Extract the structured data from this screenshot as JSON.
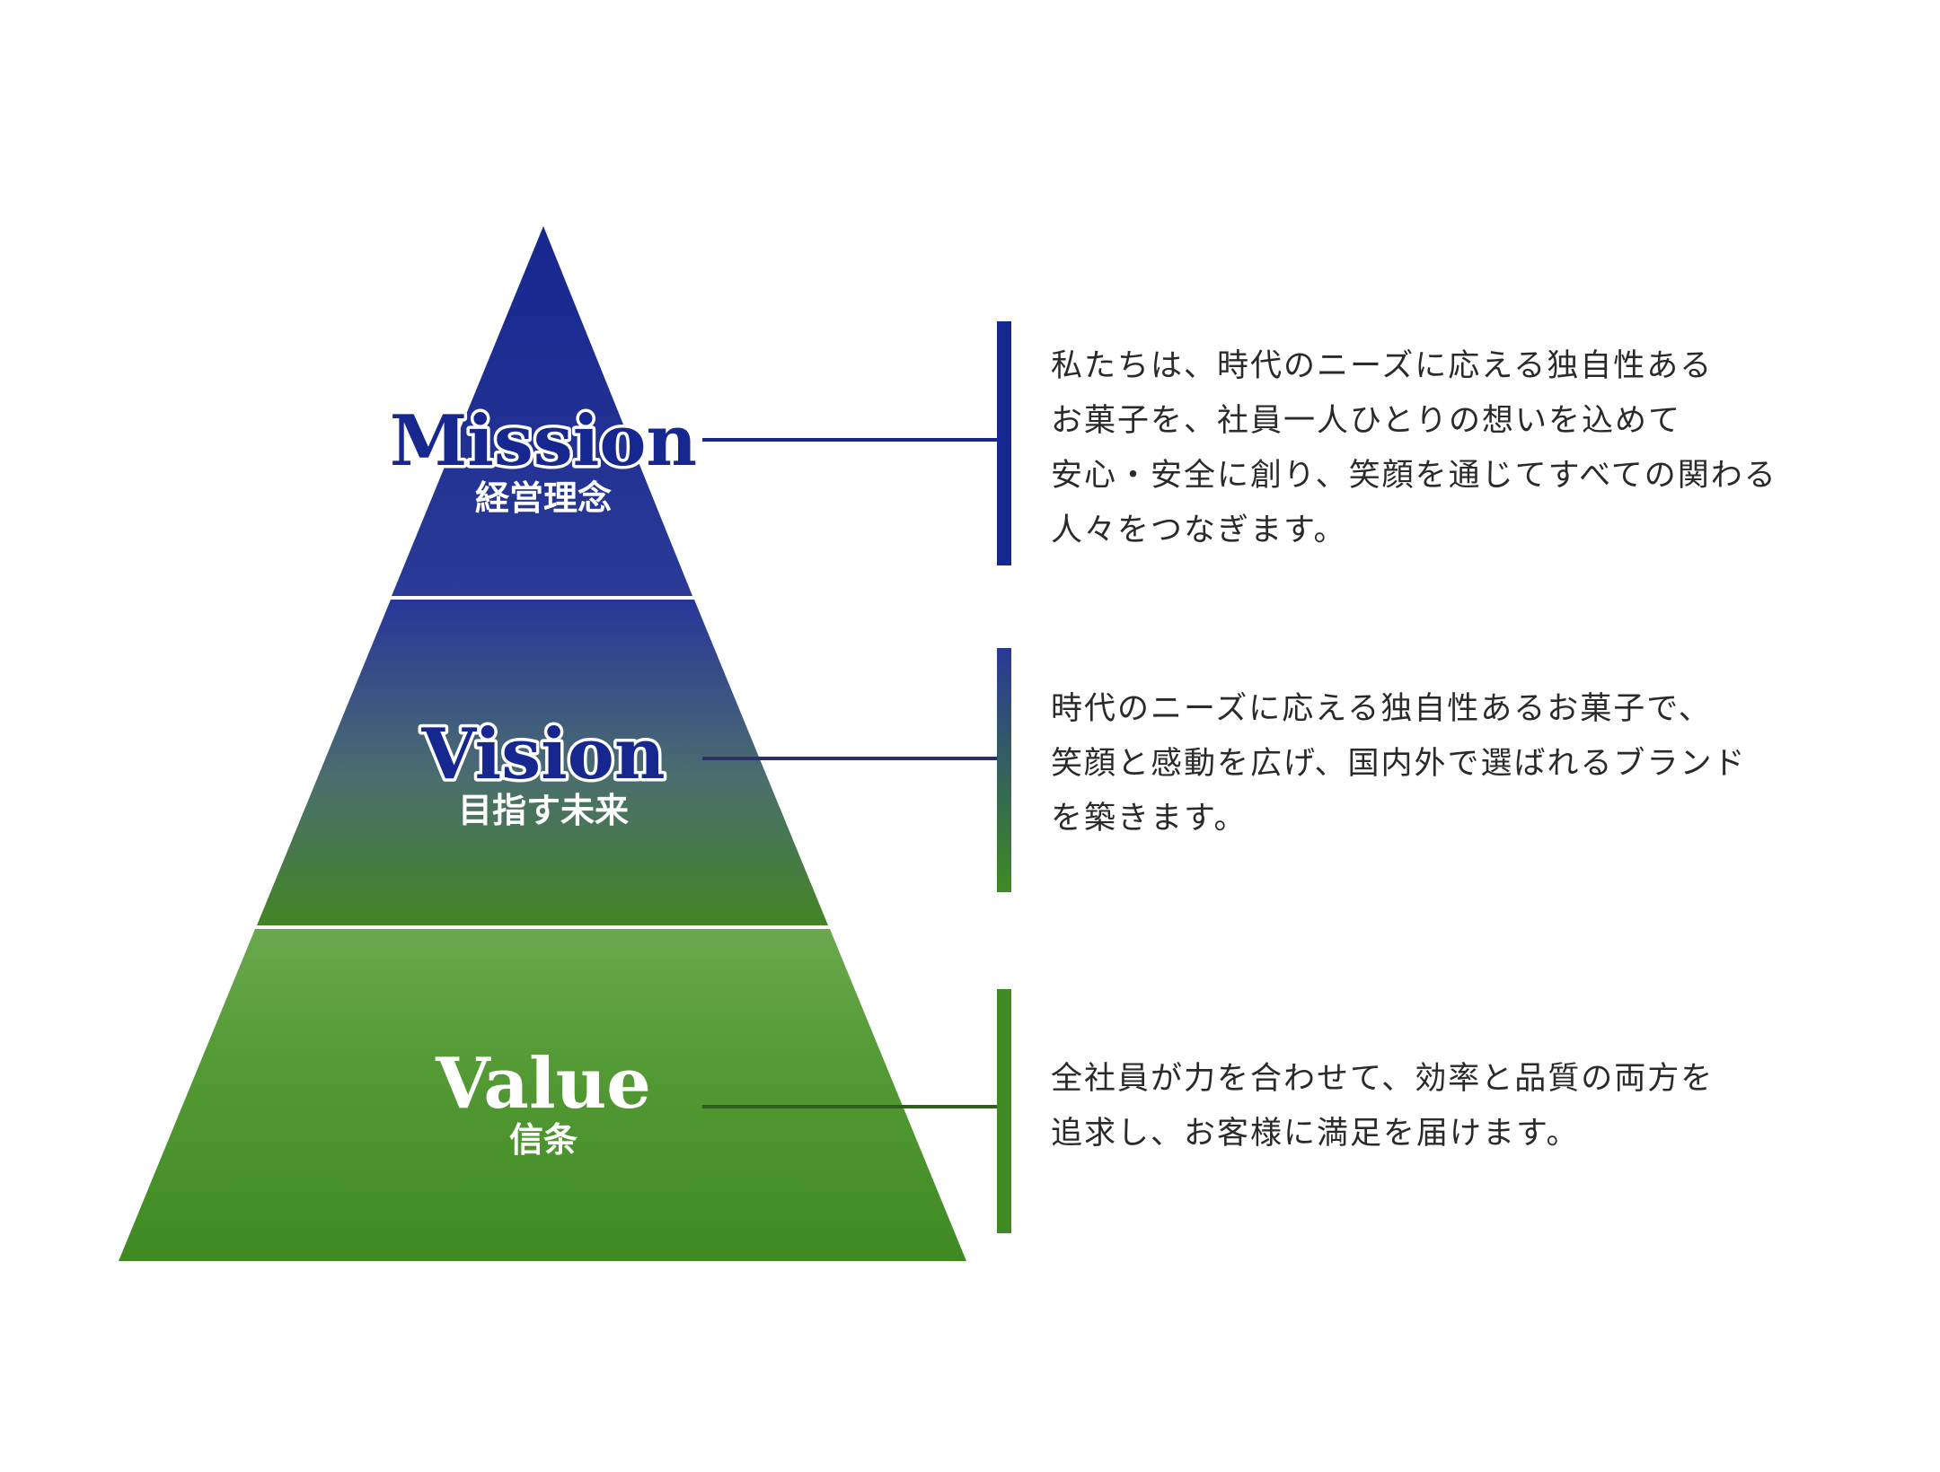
{
  "layers": [
    {
      "title": "Mission",
      "subtitle": "経営理念",
      "description": [
        "私たちは、時代のニーズに応える独自性ある",
        "お菓子を、社員一人ひとりの想いを込めて",
        "安心・安全に創り、笑顔を通じてすべての関わる",
        "人々をつなぎます。"
      ]
    },
    {
      "title": "Vision",
      "subtitle": "目指す未来",
      "description": [
        "時代のニーズに応える独自性あるお菓子で、",
        "笑顔と感動を広げ、国内外で選ばれるブランド",
        "を築きます。"
      ]
    },
    {
      "title": "Value",
      "subtitle": "信条",
      "description": [
        "全社員が力を合わせて、効率と品質の両方を",
        "追求し、お客様に満足を届けます。"
      ]
    }
  ],
  "colors": {
    "navy": "#16278f",
    "blue": "#2a3896",
    "green": "#3f8a23",
    "light_green": "#6fae52",
    "text": "#2a2a2a"
  }
}
